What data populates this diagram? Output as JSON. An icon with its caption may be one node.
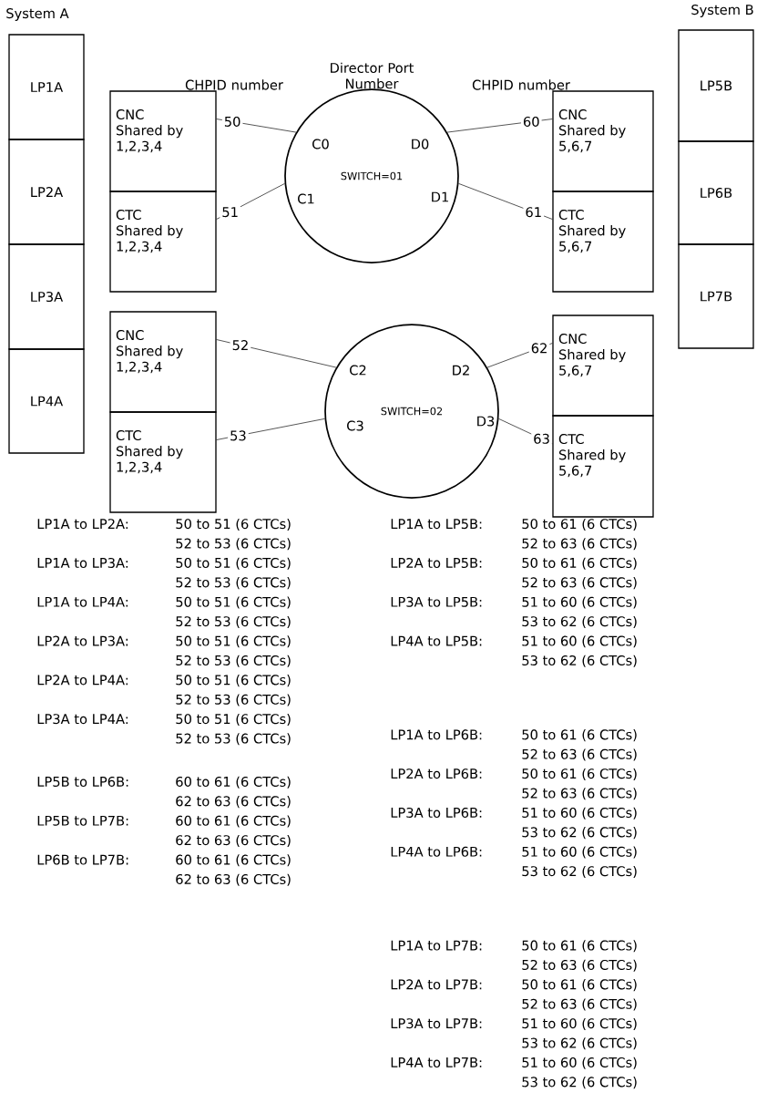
{
  "diagram": {
    "nodes": [
      {
        "text": [
          "LP1A"
        ]
      },
      {
        "text": [
          "LP2A"
        ]
      },
      {
        "text": [
          "LP3A"
        ]
      },
      {
        "text": [
          "LP4A"
        ]
      },
      {
        "text": [
          "LP5B"
        ]
      },
      {
        "text": [
          "LP6B"
        ]
      },
      {
        "text": [
          "LP7B"
        ]
      },
      {
        "text": [
          "CNC Shared by 1,2,3,4"
        ]
      },
      {
        "text": [
          "CTC Shared by 1,2,3,4"
        ]
      },
      {
        "text": [
          "CNC Shared by 1,2,3,4"
        ]
      },
      {
        "text": [
          "CTC Shared by 1,2,3,4"
        ]
      },
      {
        "text": [
          "CNC Shared by 5,6,7"
        ]
      },
      {
        "text": [
          "CTC Shared by 5,6,7"
        ]
      },
      {
        "text": [
          "CNC Shared by 5,6,7"
        ]
      },
      {
        "text": [
          "CTC Shared by 5,6,7"
        ]
      },
      {
        "text": [
          "SWITCH=01"
        ]
      },
      {
        "text": [
          "SWITCH=02"
        ]
      }
    ],
    "edges": [
      {
        "from": 7,
        "to": 15,
        "arrow": "none",
        "label": "50"
      },
      {
        "from": 8,
        "to": 15,
        "arrow": "none",
        "label": "51"
      },
      {
        "from": 11,
        "to": 15,
        "arrow": "none",
        "label": "60"
      },
      {
        "from": 12,
        "to": 15,
        "arrow": "none",
        "label": "61"
      },
      {
        "from": 9,
        "to": 16,
        "arrow": "none",
        "label": "52"
      },
      {
        "from": 10,
        "to": 16,
        "arrow": "none",
        "label": "53"
      },
      {
        "from": 13,
        "to": 16,
        "arrow": "none",
        "label": "62"
      },
      {
        "from": 14,
        "to": 16,
        "arrow": "none",
        "label": "63"
      }
    ],
    "labels": [
      "System A",
      "System B",
      "CHPID number",
      "Director Port Number",
      "CHPID number",
      "C0",
      "C1",
      "D0",
      "D1",
      "C2",
      "C3",
      "D2",
      "D3",
      "LP1A to LP2A:",
      "50 to 51 (6 CTCs)",
      "52 to 53 (6 CTCs)",
      "LP1A to LP3A:",
      "50 to 51 (6 CTCs)",
      "52 to 53 (6 CTCs)",
      "LP1A to LP4A:",
      "50 to 51 (6 CTCs)",
      "52 to 53 (6 CTCs)",
      "LP2A to LP3A:",
      "50 to 51 (6 CTCs)",
      "52 to 53 (6 CTCs)",
      "LP2A to LP4A:",
      "50 to 51 (6 CTCs)",
      "52 to 53 (6 CTCs)",
      "LP3A to LP4A:",
      "50 to 51 (6 CTCs)",
      "52 to 53 (6 CTCs)",
      "LP5B to LP6B:",
      "60 to 61 (6 CTCs)",
      "62 to 63 (6 CTCs)",
      "LP5B to LP7B:",
      "60 to 61 (6 CTCs)",
      "62 to 63 (6 CTCs)",
      "LP6B to LP7B:",
      "60 to 61 (6 CTCs)",
      "62 to 63 (6 CTCs)",
      "LP1A to LP5B:",
      "50 to 61 (6 CTCs)",
      "52 to 63 (6 CTCs)",
      "LP2A to LP5B:",
      "50 to 61 (6 CTCs)",
      "52 to 63 (6 CTCs)",
      "LP3A to LP5B:",
      "51 to 60 (6 CTCs)",
      "53 to 62 (6 CTCs)",
      "LP4A to LP5B:",
      "51 to 60 (6 CTCs)",
      "53 to 62 (6 CTCs)",
      "LP1A to LP6B:",
      "50 to 61 (6 CTCs)",
      "52 to 63 (6 CTCs)",
      "LP2A to LP6B:",
      "50 to 61 (6 CTCs)",
      "52 to 63 (6 CTCs)",
      "LP3A to LP6B:",
      "51 to 60 (6 CTCs)",
      "53 to 62 (6 CTCs)",
      "LP4A to LP6B:",
      "51 to 60 (6 CTCs)",
      "53 to 62 (6 CTCs)",
      "LP1A to LP7B:",
      "50 to 61 (6 CTCs)",
      "52 to 63 (6 CTCs)",
      "LP2A to LP7B:",
      "50 to 61 (6 CTCs)",
      "52 to 63 (6 CTCs)",
      "LP3A to LP7B:",
      "51 to 60 (6 CTCs)",
      "53 to 62 (6 CTCs)",
      "LP4A to LP7B:",
      "51 to 60 (6 CTCs)",
      "53 to 62 (6 CTCs)"
    ]
  }
}
